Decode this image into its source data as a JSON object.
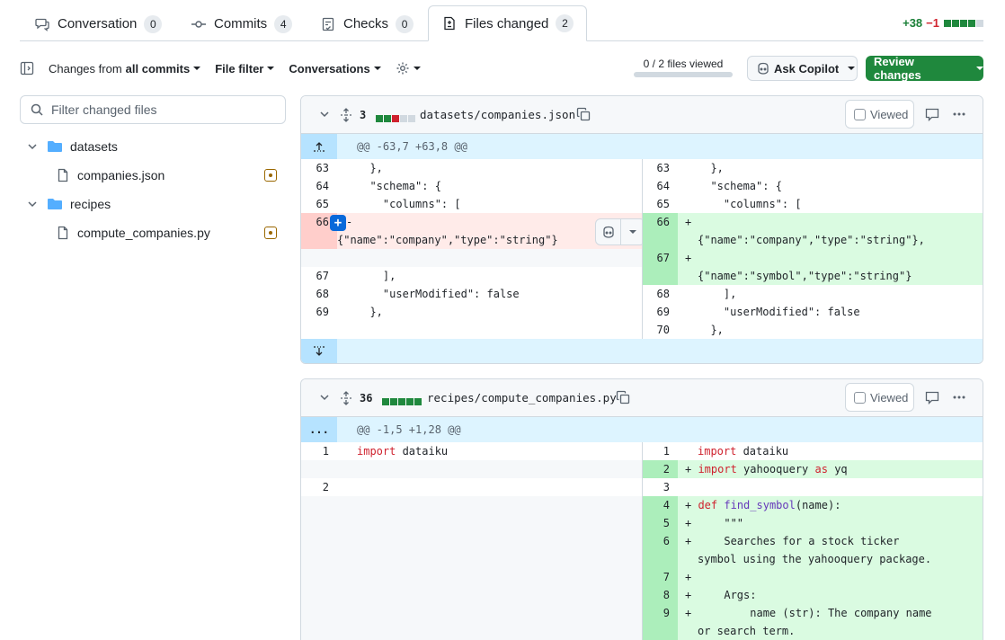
{
  "tabs": [
    {
      "label": "Conversation",
      "count": "0",
      "icon": "conversation-icon"
    },
    {
      "label": "Commits",
      "count": "4",
      "icon": "commit-icon"
    },
    {
      "label": "Checks",
      "count": "0",
      "icon": "checks-icon"
    },
    {
      "label": "Files changed",
      "count": "2",
      "icon": "file-diff-icon",
      "active": true
    }
  ],
  "diffstat": {
    "additions": "+38",
    "deletions": "−1"
  },
  "toolbar": {
    "changes_from_prefix": "Changes from",
    "changes_from_value": "all commits",
    "file_filter": "File filter",
    "conversations": "Conversations",
    "files_viewed": "0 / 2 files viewed",
    "ask_copilot": "Ask Copilot",
    "review_changes": "Review changes"
  },
  "sidebar": {
    "filter_placeholder": "Filter changed files",
    "tree": [
      {
        "type": "folder",
        "name": "datasets"
      },
      {
        "type": "file",
        "name": "companies.json",
        "status": "modified"
      },
      {
        "type": "folder",
        "name": "recipes"
      },
      {
        "type": "file",
        "name": "compute_companies.py",
        "status": "modified"
      }
    ]
  },
  "files": [
    {
      "changes": "3",
      "path": "datasets/companies.json",
      "viewed_label": "Viewed",
      "hunk": "@@ -63,7 +63,8 @@",
      "left": {
        "lines": [
          {
            "n": "63",
            "code": "  },"
          },
          {
            "n": "64",
            "code": "  \"schema\": {"
          },
          {
            "n": "65",
            "code": "    \"columns\": ["
          },
          {
            "n": "66",
            "code": "-",
            "code2": "{\"name\":\"company\",\"type\":\"string\"}"
          },
          {
            "n": "67",
            "code": "    ],"
          },
          {
            "n": "68",
            "code": "    \"userModified\": false"
          },
          {
            "n": "69",
            "code": "  },"
          }
        ]
      },
      "right": {
        "lines": [
          {
            "n": "63",
            "code": "  },"
          },
          {
            "n": "64",
            "code": "  \"schema\": {"
          },
          {
            "n": "65",
            "code": "    \"columns\": ["
          },
          {
            "n": "66",
            "code": "+",
            "code2": "{\"name\":\"company\",\"type\":\"string\"},"
          },
          {
            "n": "67",
            "code": "+",
            "code2": "{\"name\":\"symbol\",\"type\":\"string\"}"
          },
          {
            "n": "68",
            "code": "    ],"
          },
          {
            "n": "69",
            "code": "    \"userModified\": false"
          },
          {
            "n": "70",
            "code": "  },"
          }
        ]
      }
    },
    {
      "changes": "36",
      "path": "recipes/compute_companies.py",
      "viewed_label": "Viewed",
      "expand_label": "...",
      "hunk": "@@ -1,5 +1,28 @@",
      "left": {
        "lines": [
          {
            "n": "1",
            "code": "import dataiku"
          },
          {
            "n": "2",
            "code": ""
          }
        ]
      },
      "right": {
        "lines": [
          {
            "n": "1",
            "code": "import dataiku"
          },
          {
            "n": "2",
            "code": "+ import yahooquery as yq"
          },
          {
            "n": "3",
            "code": ""
          },
          {
            "n": "4",
            "code": "+ def find_symbol(name):"
          },
          {
            "n": "5",
            "code": "+     \"\"\""
          },
          {
            "n": "6",
            "code": "+     Searches for a stock ticker",
            "code2": "symbol using the yahooquery package."
          },
          {
            "n": "7",
            "code": "+"
          },
          {
            "n": "8",
            "code": "+     Args:"
          },
          {
            "n": "9",
            "code": "+         name (str): The company name",
            "code2": "or search term."
          }
        ]
      }
    }
  ]
}
